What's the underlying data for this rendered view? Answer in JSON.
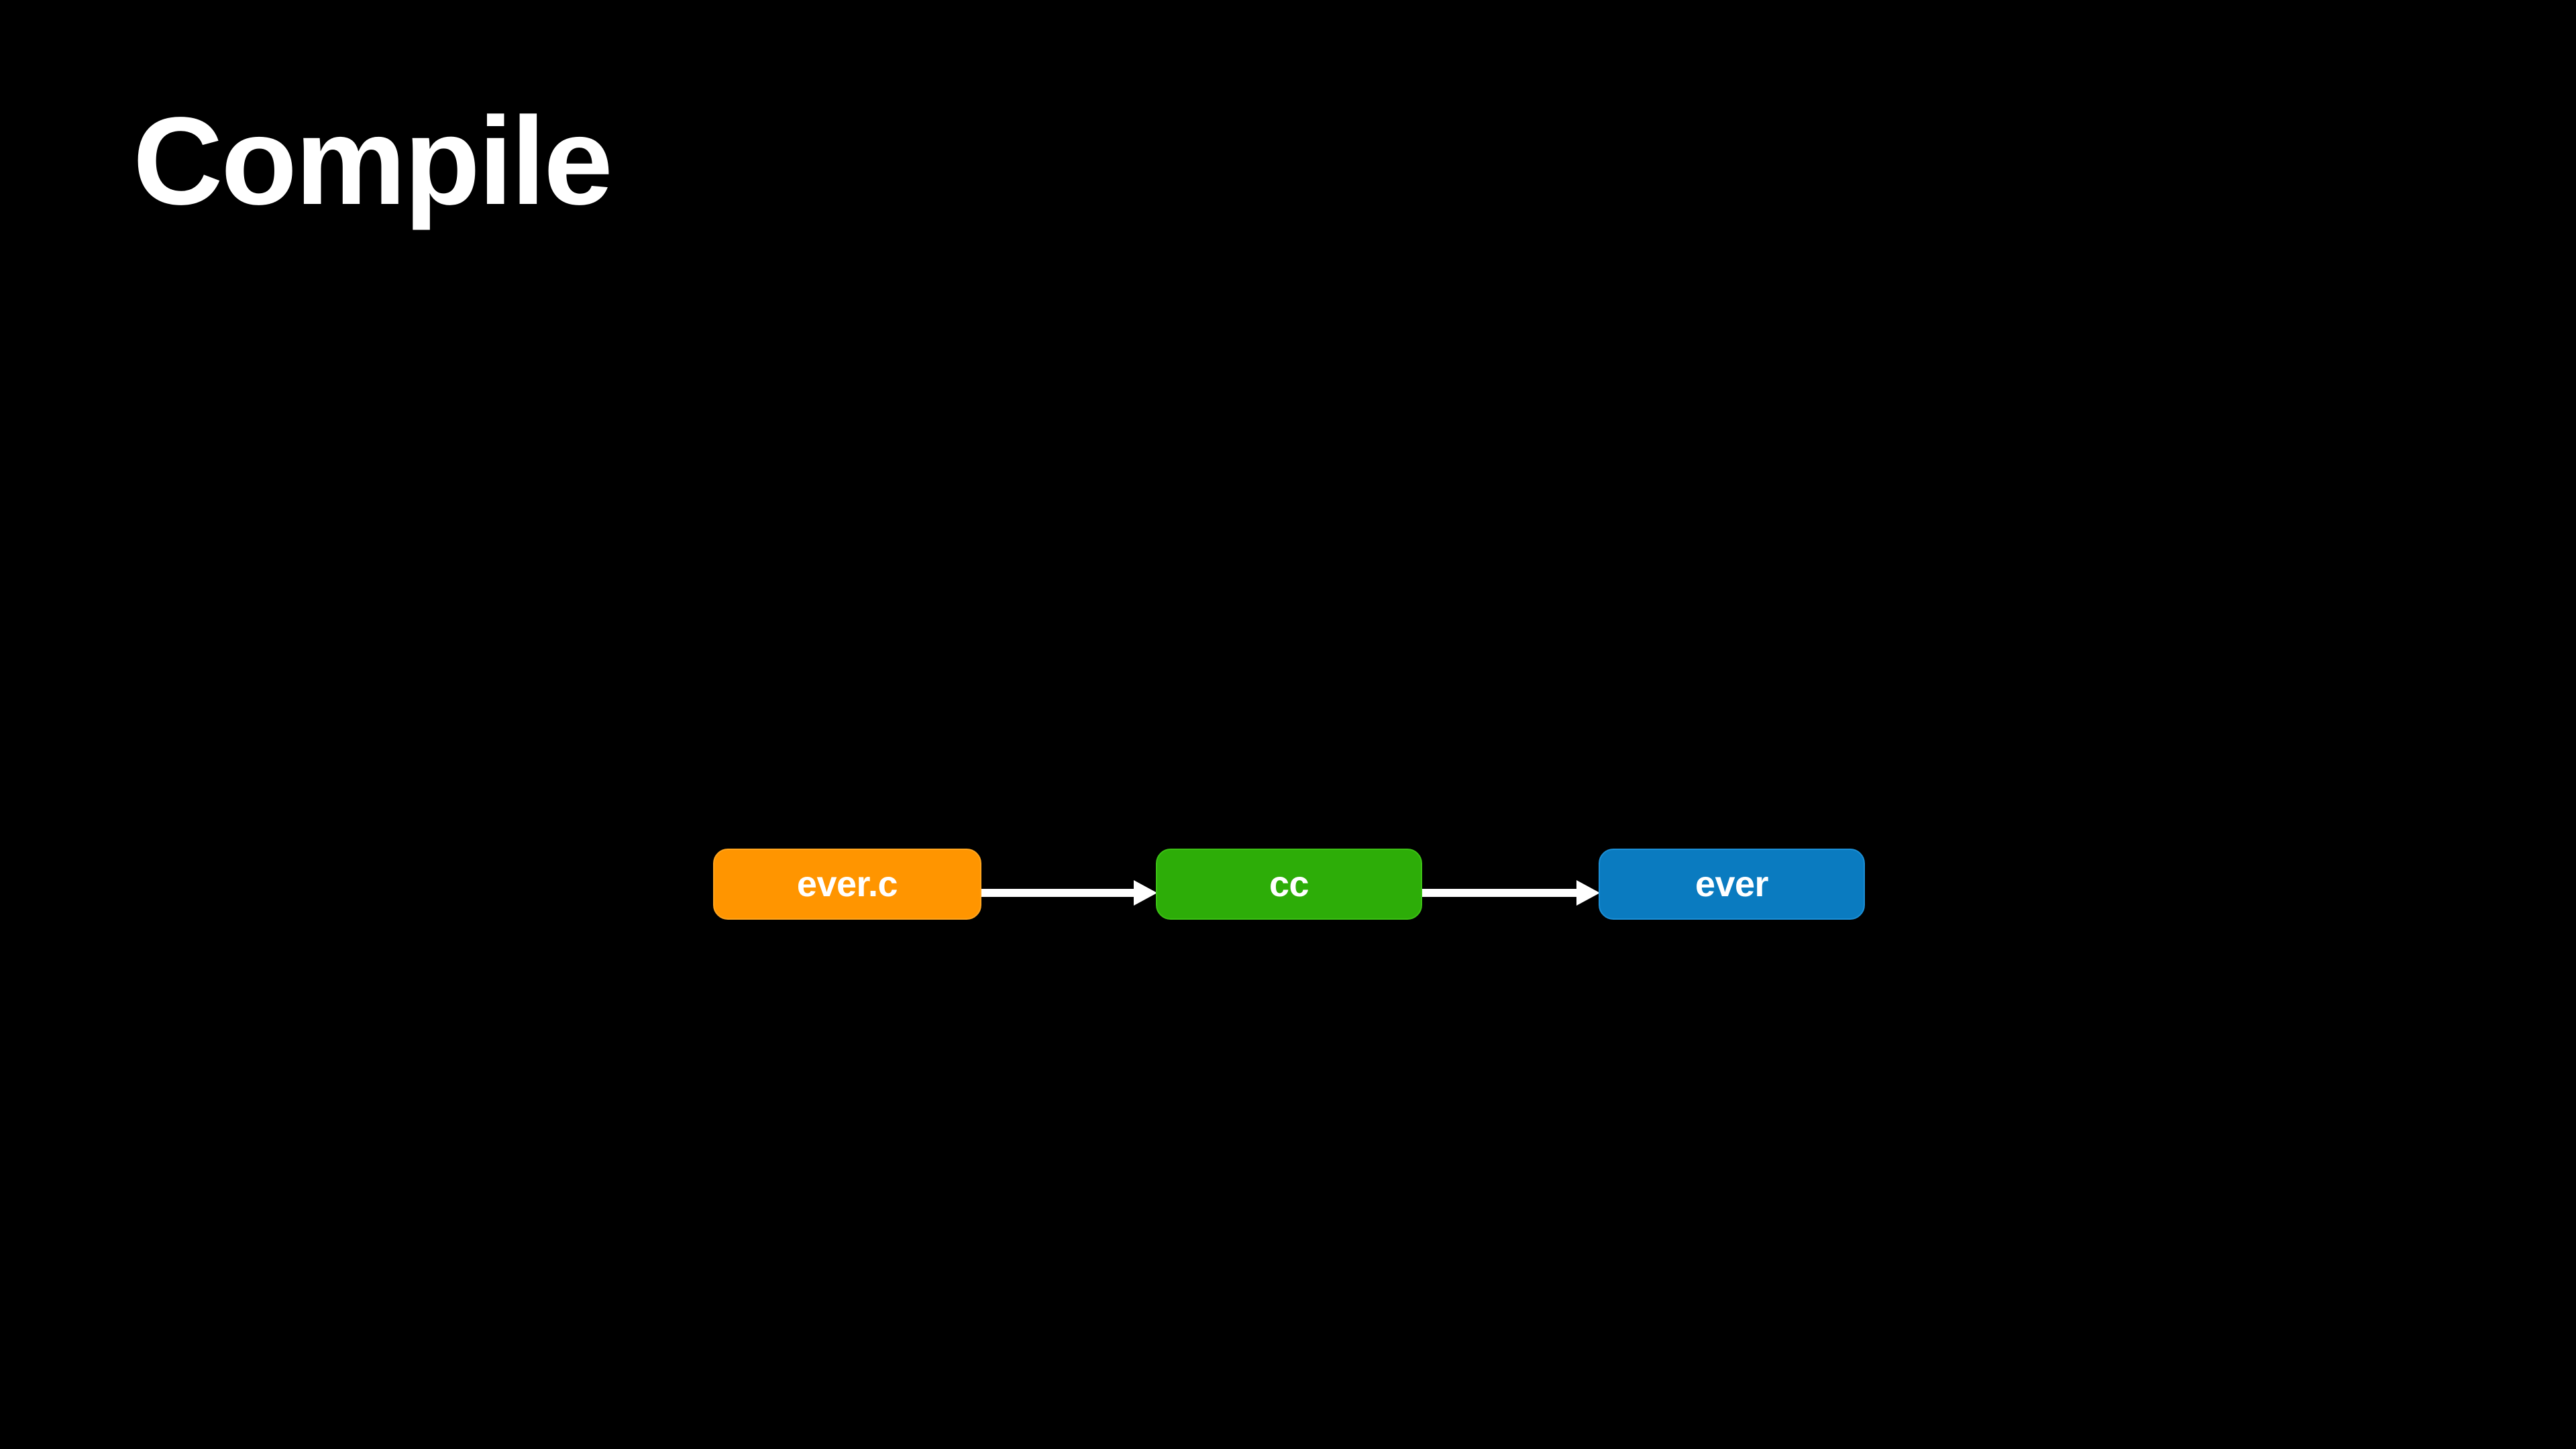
{
  "slide": {
    "background_color": "#000000",
    "title": "Compile",
    "title_color": "#FFFFFF"
  },
  "diagram": {
    "type": "pipeline-flow",
    "orientation": "horizontal",
    "arrow_color": "#FFFFFF",
    "nodes": [
      {
        "id": "source-file",
        "label": "ever.c",
        "fill_color": "#FF9500",
        "border_color": "#FFA51F",
        "text_color": "#FFFFFF"
      },
      {
        "id": "compiler",
        "label": "cc",
        "fill_color": "#2DAD08",
        "border_color": "#3CC015",
        "text_color": "#FFFFFF"
      },
      {
        "id": "executable",
        "label": "ever",
        "fill_color": "#0A7BC0",
        "border_color": "#1C8FD6",
        "text_color": "#FFFFFF"
      }
    ],
    "edges": [
      {
        "id": "edge-source-to-compiler",
        "from": "ever.c",
        "to": "cc",
        "label": ""
      },
      {
        "id": "edge-compiler-to-executable",
        "from": "cc",
        "to": "ever",
        "label": ""
      }
    ]
  }
}
